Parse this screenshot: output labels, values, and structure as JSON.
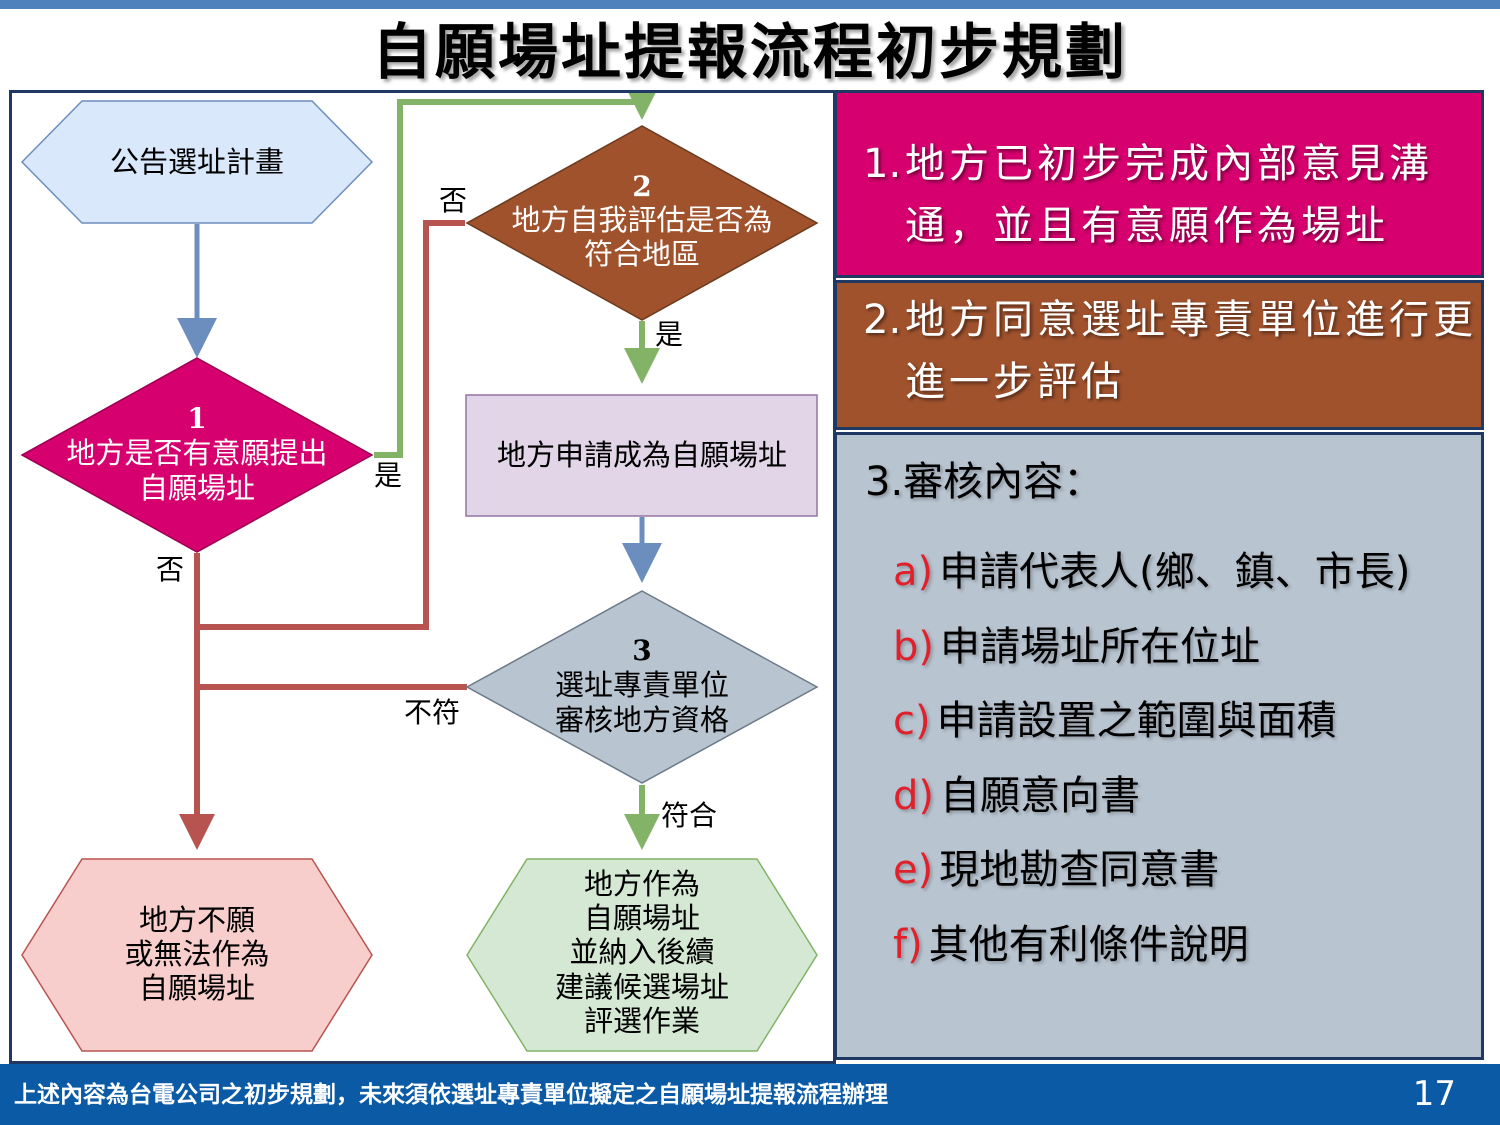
{
  "title": "自願場址提報流程初步規劃",
  "flowchart": {
    "nodes": {
      "announce": "公告選址計畫",
      "step1_num": "1",
      "step1_line1": "地方是否有意願提出",
      "step1_line2": "自願場址",
      "step2_num": "2",
      "step2_line1": "地方自我評估是否為",
      "step2_line2": "符合地區",
      "apply": "地方申請成為自願場址",
      "step3_num": "3",
      "step3_line1": "選址專責單位",
      "step3_line2": "審核地方資格",
      "reject_line1": "地方不願",
      "reject_line2": "或無法作為",
      "reject_line3": "自願場址",
      "accept_line1": "地方作為",
      "accept_line2": "自願場址",
      "accept_line3": "並納入後續",
      "accept_line4": "建議候選場址",
      "accept_line5": "評選作業"
    },
    "labels": {
      "step1_yes": "是",
      "step1_no": "否",
      "step2_no": "否",
      "step2_yes": "是",
      "step3_fail": "不符",
      "step3_pass": "符合"
    },
    "colors": {
      "announce": "#dae8fc",
      "step1": "#d6006e",
      "step2": "#a0522d",
      "apply": "#e1d5e7",
      "step3": "#b8c4d0",
      "reject": "#f8cecc",
      "accept": "#d5e8d4",
      "arrow_blue": "#6c8ebf",
      "arrow_green": "#82b366",
      "arrow_red": "#b85450"
    }
  },
  "panels": {
    "p1": {
      "num": "1.",
      "text": "地方已初步完成內部意見溝通，並且有意願作為場址"
    },
    "p2": {
      "num": "2.",
      "text": "地方同意選址專責單位進行更進一步評估"
    },
    "p3": {
      "heading": "3.審核內容：",
      "items": [
        {
          "mark": "a)",
          "text": "申請代表人(鄉、鎮、市長)"
        },
        {
          "mark": "b)",
          "text": "申請場址所在位址"
        },
        {
          "mark": "c)",
          "text": "申請設置之範圍與面積"
        },
        {
          "mark": "d)",
          "text": "自願意向書"
        },
        {
          "mark": "e)",
          "text": "現地勘查同意書"
        },
        {
          "mark": "f)",
          "text": "其他有利條件說明"
        }
      ]
    }
  },
  "footer": {
    "note": "上述內容為台電公司之初步規劃，未來須依選址專責單位擬定之自願場址提報流程辦理",
    "page": "17"
  }
}
